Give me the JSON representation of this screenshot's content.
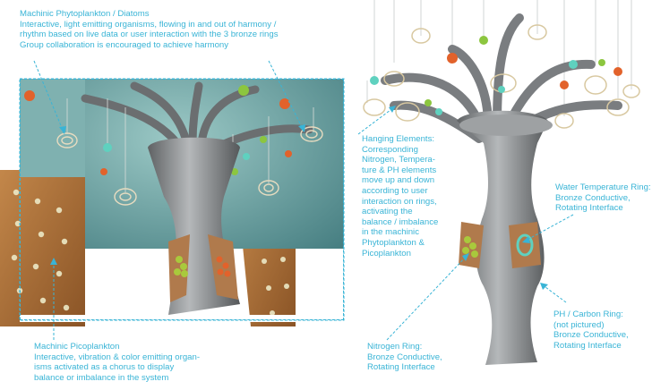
{
  "diatoms": {
    "title": "Machinic Phytoplankton / Diatoms",
    "lines": [
      "Interactive, light emitting organisms, flowing in and out of harmony /",
      "rhythm based on live data or user interaction with the 3 bronze rings",
      "Group collaboration is encouraged to achieve harmony"
    ]
  },
  "picoplankton": {
    "title": "Machinic Picoplankton",
    "lines": [
      "Interactive, vibration & color emitting organ-",
      "isms activated as a chorus to display",
      "balance or imbalance in the system"
    ]
  },
  "hanging": {
    "lines": [
      "Hanging Elements:",
      "Corresponding",
      "Nitrogen, Tempera-",
      "ture & PH elements",
      "move up and down",
      "according to user",
      "interaction on rings,",
      "activating the",
      "balance / imbalance",
      "in the machinic",
      "Phytoplankton &",
      "Picoplankton"
    ]
  },
  "water_ring": {
    "lines": [
      "Water Temperature Ring:",
      "Bronze Conductive,",
      "Rotating Interface"
    ]
  },
  "ph_ring": {
    "lines": [
      "PH / Carbon Ring:",
      "(not pictured)",
      "Bronze Conductive,",
      "Rotating Interface"
    ]
  },
  "nitrogen_ring": {
    "lines": [
      "Nitrogen Ring:",
      "Bronze Conductive,",
      "Rotating Interface"
    ]
  },
  "colors": {
    "caption": "#39b4d6",
    "sculpture": "#8a8d90",
    "bronze": "#b07a4c",
    "teal_bg": "#6ea7a8",
    "wood": "#a86b34",
    "orange_orb": "#e2622b",
    "green_orb": "#8cc63f",
    "cyan_orb": "#5fd1bf"
  }
}
